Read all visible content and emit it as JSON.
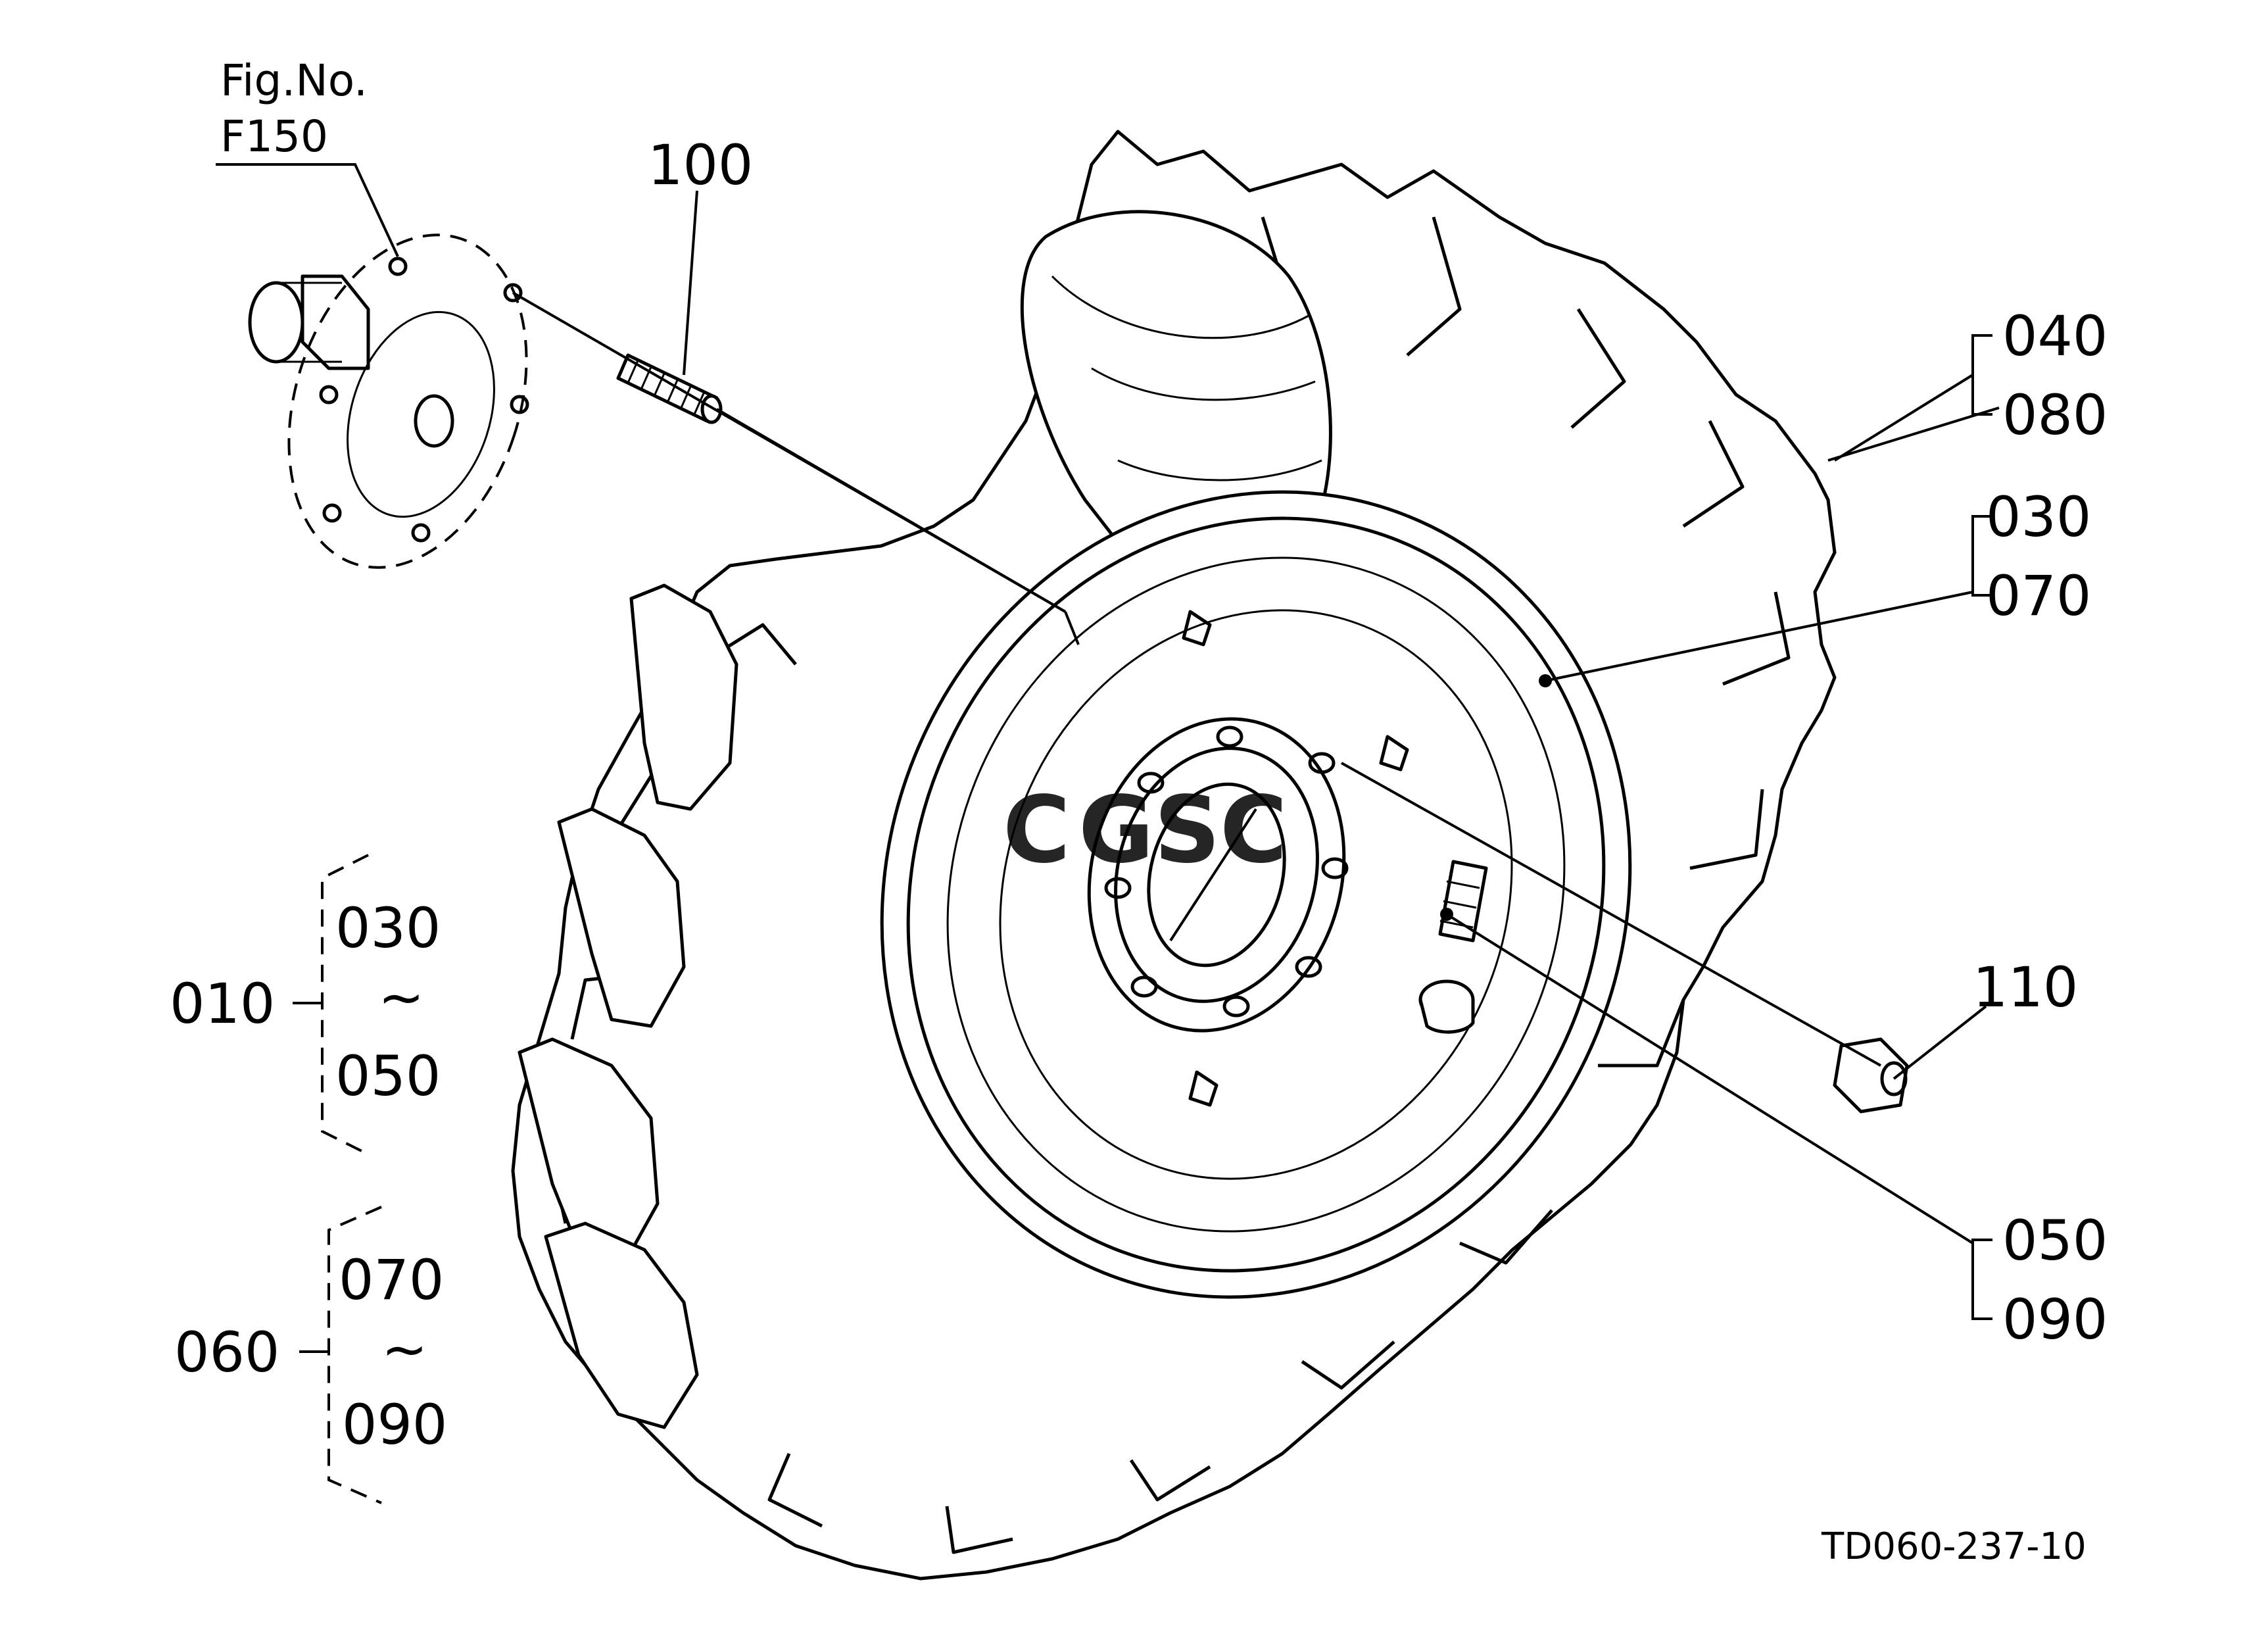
{
  "figure": {
    "ref_label": "Fig.No.",
    "ref_number": "F150",
    "drawing_code": "TD060-237-10"
  },
  "callouts": {
    "stud": "100",
    "tire_tube_a": "040",
    "tire_tube_b": "080",
    "rim_a": "030",
    "rim_b": "070",
    "valve_a": "050",
    "valve_b": "090",
    "nut": "110"
  },
  "groups": [
    {
      "id": "010",
      "from": "030",
      "tilde": "~",
      "to": "050"
    },
    {
      "id": "060",
      "from": "070",
      "tilde": "~",
      "to": "090"
    }
  ],
  "watermark": {
    "text": "CGSC",
    "colors": [
      "#4285F4",
      "#EA4335",
      "#FBBC05",
      "#34A853"
    ]
  }
}
